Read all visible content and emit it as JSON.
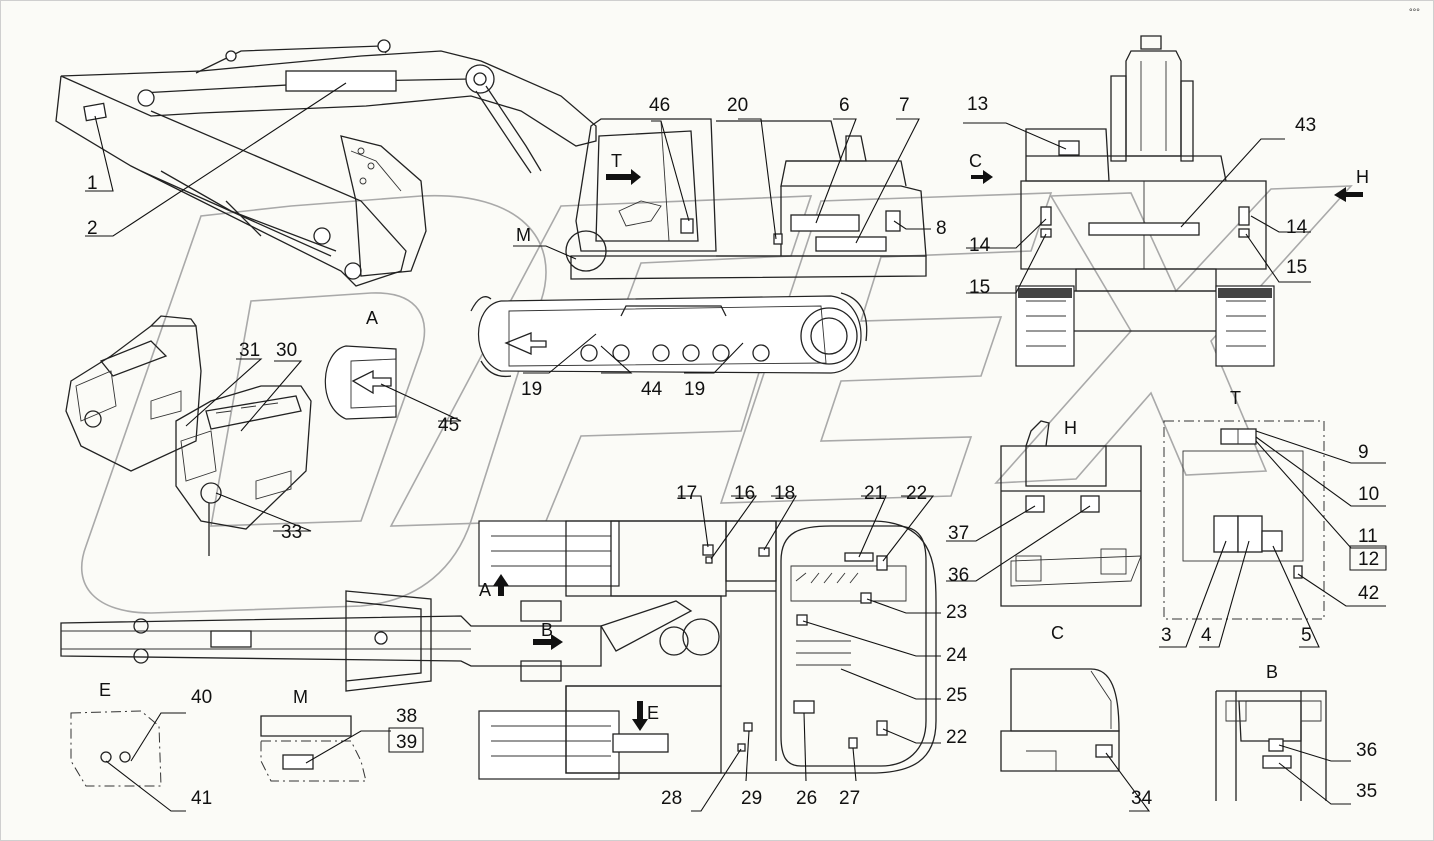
{
  "diagram": {
    "callouts": [
      "1",
      "2",
      "3",
      "4",
      "5",
      "6",
      "7",
      "8",
      "9",
      "10",
      "11",
      "12",
      "13",
      "14",
      "14",
      "15",
      "15",
      "16",
      "17",
      "18",
      "19",
      "19",
      "20",
      "21",
      "22",
      "22",
      "23",
      "24",
      "25",
      "26",
      "27",
      "28",
      "29",
      "30",
      "31",
      "33",
      "34",
      "35",
      "36",
      "36",
      "37",
      "38",
      "39",
      "40",
      "41",
      "42",
      "43",
      "44",
      "45",
      "46"
    ],
    "views": {
      "A_main": "A",
      "A_top": "A",
      "B_main": "B",
      "B_detail": "B",
      "C_main": "C",
      "C_detail": "C",
      "E_main": "E",
      "E_detail": "E",
      "H_main": "H",
      "H_detail": "H",
      "M_main": "M",
      "M_detail": "M",
      "T_main": "T",
      "T_detail": "T"
    },
    "corner_mark": "°°°"
  },
  "colors": {
    "line": "#222222",
    "watermark": "#a9a9a9",
    "background": "#fbfbf7"
  }
}
